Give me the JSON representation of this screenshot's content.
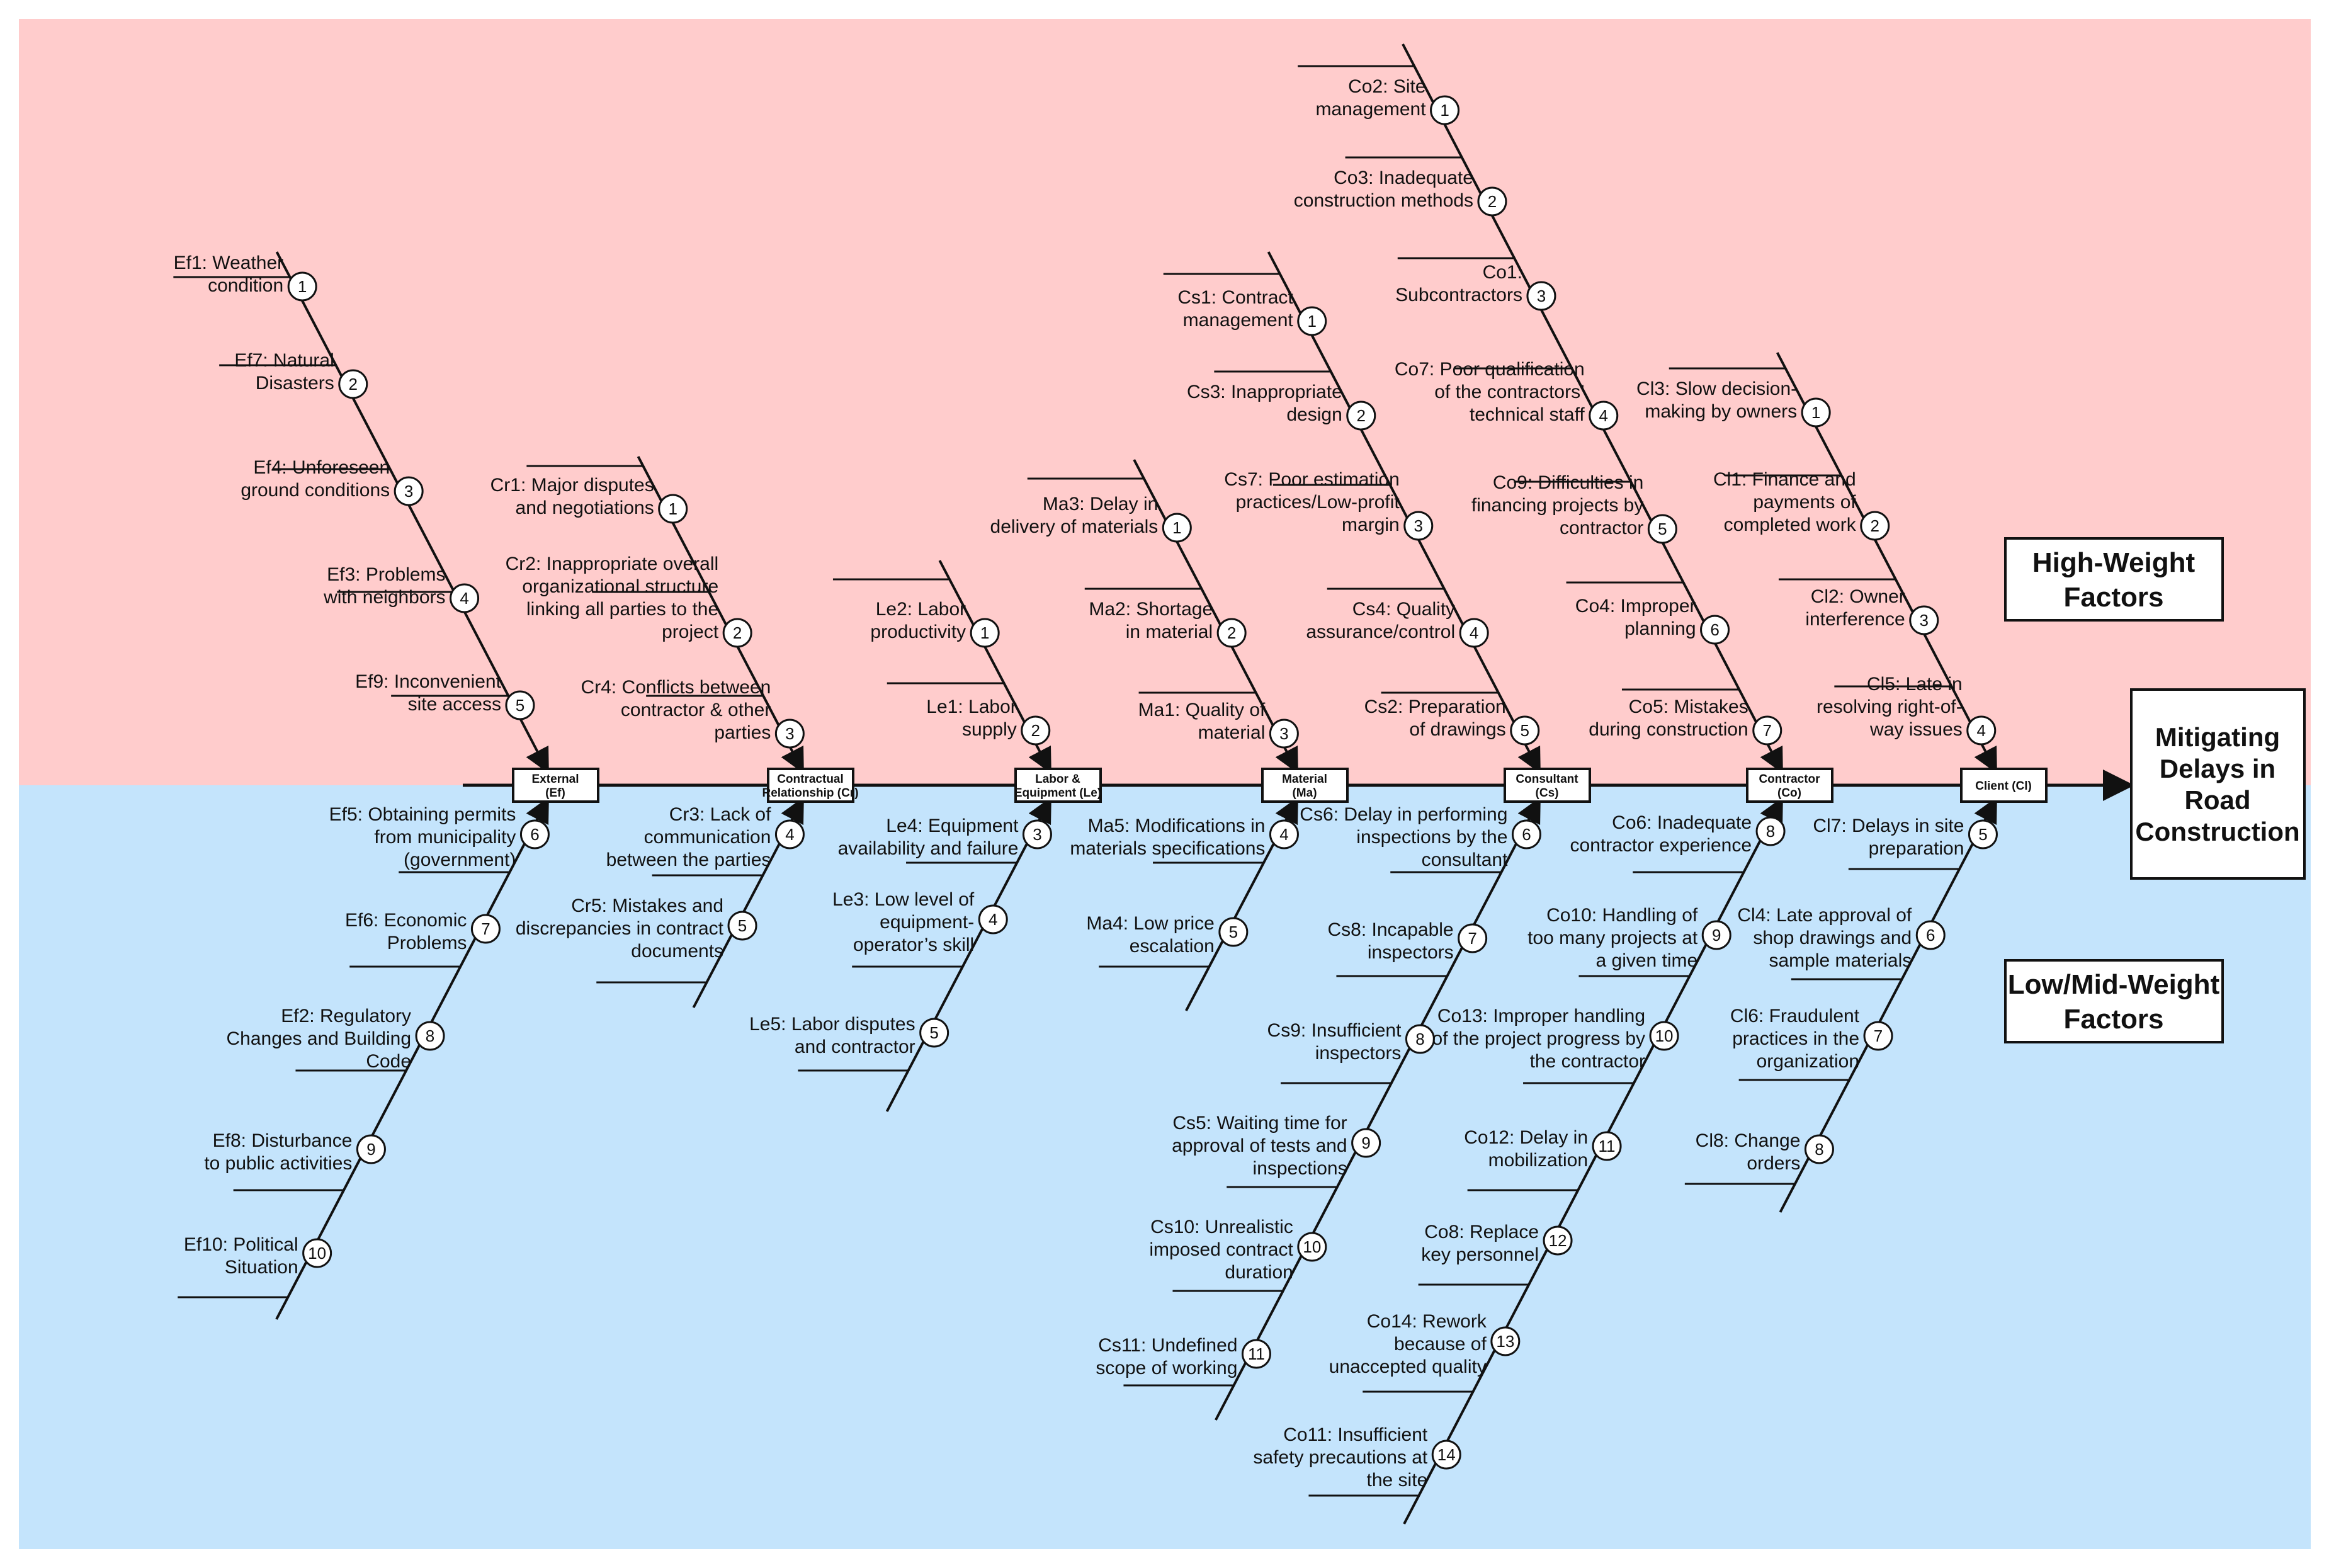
{
  "effect": [
    "Mitigating",
    "Delays in",
    "Road",
    "Construction"
  ],
  "legend": {
    "high": [
      "High-Weight",
      "Factors"
    ],
    "low": [
      "Low/Mid-Weight",
      "Factors"
    ]
  },
  "colors": {
    "high_zone": "#ffcccc",
    "low_zone": "#c4e4fc",
    "line": "#111111",
    "box_fill": "#ffffff"
  },
  "categories": [
    {
      "key": "ef",
      "label": [
        "External",
        "(Ef)"
      ],
      "high": [
        {
          "id": "Ef1",
          "n": "1",
          "lines": [
            "Ef1: Weather",
            "condition"
          ]
        },
        {
          "id": "Ef7",
          "n": "2",
          "lines": [
            "Ef7: Natural",
            "Disasters"
          ]
        },
        {
          "id": "Ef4",
          "n": "3",
          "lines": [
            "Ef4: Unforeseen",
            "ground conditions"
          ]
        },
        {
          "id": "Ef3",
          "n": "4",
          "lines": [
            "Ef3: Problems",
            "with neighbors"
          ]
        },
        {
          "id": "Ef9",
          "n": "5",
          "lines": [
            "Ef9: Inconvenient",
            "site access"
          ]
        }
      ],
      "low": [
        {
          "id": "Ef5",
          "n": "6",
          "lines": [
            "Ef5: Obtaining permits",
            "from municipality",
            "(government)"
          ]
        },
        {
          "id": "Ef6",
          "n": "7",
          "lines": [
            "Ef6: Economic",
            "Problems"
          ]
        },
        {
          "id": "Ef2",
          "n": "8",
          "lines": [
            "Ef2: Regulatory",
            "Changes and Building",
            "Code"
          ]
        },
        {
          "id": "Ef8",
          "n": "9",
          "lines": [
            "Ef8: Disturbance",
            "to public activities"
          ]
        },
        {
          "id": "Ef10",
          "n": "10",
          "lines": [
            "Ef10: Political",
            "Situation"
          ]
        }
      ]
    },
    {
      "key": "cr",
      "label": [
        "Contractual",
        "Relationship (Cr)"
      ],
      "high": [
        {
          "id": "Cr1",
          "n": "1",
          "lines": [
            "Cr1: Major disputes",
            "and negotiations"
          ]
        },
        {
          "id": "Cr2",
          "n": "2",
          "lines": [
            "Cr2: Inappropriate overall",
            "organizational structure",
            "linking all parties to the",
            "project"
          ]
        },
        {
          "id": "Cr4",
          "n": "3",
          "lines": [
            "Cr4: Conflicts between",
            "contractor & other",
            "parties"
          ]
        }
      ],
      "low": [
        {
          "id": "Cr3",
          "n": "4",
          "lines": [
            "Cr3: Lack of",
            "communication",
            "between the parties"
          ]
        },
        {
          "id": "Cr5",
          "n": "5",
          "lines": [
            "Cr5: Mistakes and",
            "discrepancies in contract",
            "documents"
          ]
        }
      ]
    },
    {
      "key": "le",
      "label": [
        "Labor &",
        "Equipment (Le)"
      ],
      "high": [
        {
          "id": "Le2",
          "n": "1",
          "lines": [
            "Le2: Labor",
            "productivity"
          ]
        },
        {
          "id": "Le1",
          "n": "2",
          "lines": [
            "Le1: Labor",
            "supply"
          ]
        }
      ],
      "low": [
        {
          "id": "Le4",
          "n": "3",
          "lines": [
            "Le4: Equipment",
            "availability and failure"
          ]
        },
        {
          "id": "Le3",
          "n": "4",
          "lines": [
            "Le3: Low level of",
            "equipment-",
            "operator’s skill"
          ]
        },
        {
          "id": "Le5",
          "n": "5",
          "lines": [
            "Le5: Labor disputes",
            "and contractor"
          ]
        }
      ]
    },
    {
      "key": "ma",
      "label": [
        "Material",
        "(Ma)"
      ],
      "high": [
        {
          "id": "Ma3",
          "n": "1",
          "lines": [
            "Ma3: Delay in",
            "delivery of materials"
          ]
        },
        {
          "id": "Ma2",
          "n": "2",
          "lines": [
            "Ma2: Shortage",
            "in material"
          ]
        },
        {
          "id": "Ma1",
          "n": "3",
          "lines": [
            "Ma1: Quality of",
            "material"
          ]
        }
      ],
      "low": [
        {
          "id": "Ma5",
          "n": "4",
          "lines": [
            "Ma5: Modifications in",
            "materials specifications"
          ]
        },
        {
          "id": "Ma4",
          "n": "5",
          "lines": [
            "Ma4: Low price",
            "escalation"
          ]
        }
      ]
    },
    {
      "key": "cs",
      "label": [
        "Consultant",
        "(Cs)"
      ],
      "high": [
        {
          "id": "Cs1",
          "n": "1",
          "lines": [
            "Cs1: Contract",
            "management"
          ]
        },
        {
          "id": "Cs3",
          "n": "2",
          "lines": [
            "Cs3: Inappropriate",
            "design"
          ]
        },
        {
          "id": "Cs7",
          "n": "3",
          "lines": [
            "Cs7: Poor estimation",
            "practices/Low-profit",
            "margin"
          ]
        },
        {
          "id": "Cs4",
          "n": "4",
          "lines": [
            "Cs4: Quality",
            "assurance/control"
          ]
        },
        {
          "id": "Cs2",
          "n": "5",
          "lines": [
            "Cs2: Preparation",
            "of drawings"
          ]
        }
      ],
      "low": [
        {
          "id": "Cs6",
          "n": "6",
          "lines": [
            "Cs6: Delay in performing",
            "inspections by the",
            "consultant"
          ]
        },
        {
          "id": "Cs8",
          "n": "7",
          "lines": [
            "Cs8: Incapable",
            "inspectors"
          ]
        },
        {
          "id": "Cs9",
          "n": "8",
          "lines": [
            "Cs9: Insufficient",
            "inspectors"
          ]
        },
        {
          "id": "Cs5",
          "n": "9",
          "lines": [
            "Cs5: Waiting time for",
            "approval of tests and",
            "inspections"
          ]
        },
        {
          "id": "Cs10",
          "n": "10",
          "lines": [
            "Cs10: Unrealistic",
            "imposed contract",
            "duration"
          ]
        },
        {
          "id": "Cs11",
          "n": "11",
          "lines": [
            "Cs11: Undefined",
            "scope of working"
          ]
        }
      ]
    },
    {
      "key": "co",
      "label": [
        "Contractor",
        "(Co)"
      ],
      "high": [
        {
          "id": "Co2",
          "n": "1",
          "lines": [
            "Co2: Site",
            "management"
          ]
        },
        {
          "id": "Co3",
          "n": "2",
          "lines": [
            "Co3: Inadequate",
            "construction methods"
          ]
        },
        {
          "id": "Co1",
          "n": "3",
          "lines": [
            "Co1:",
            "Subcontractors"
          ]
        },
        {
          "id": "Co7",
          "n": "4",
          "lines": [
            "Co7: Poor qualification",
            "of the contractors’",
            "technical staff"
          ]
        },
        {
          "id": "Co9",
          "n": "5",
          "lines": [
            "Co9: Difficulties in",
            "financing projects by",
            "contractor"
          ]
        },
        {
          "id": "Co4",
          "n": "6",
          "lines": [
            "Co4: Improper",
            "planning"
          ]
        },
        {
          "id": "Co5",
          "n": "7",
          "lines": [
            "Co5: Mistakes",
            "during construction"
          ]
        }
      ],
      "low": [
        {
          "id": "Co6",
          "n": "8",
          "lines": [
            "Co6: Inadequate",
            "contractor experience"
          ]
        },
        {
          "id": "Co10",
          "n": "9",
          "lines": [
            "Co10: Handling of",
            "too many projects at",
            "a given time"
          ]
        },
        {
          "id": "Co13",
          "n": "10",
          "lines": [
            "Co13: Improper handling",
            "of the project progress by",
            "the contractor"
          ]
        },
        {
          "id": "Co12",
          "n": "11",
          "lines": [
            "Co12: Delay in",
            "mobilization"
          ]
        },
        {
          "id": "Co8",
          "n": "12",
          "lines": [
            "Co8: Replace",
            "key personnel"
          ]
        },
        {
          "id": "Co14",
          "n": "13",
          "lines": [
            "Co14: Rework",
            "because of",
            "unaccepted quality"
          ]
        },
        {
          "id": "Co11",
          "n": "14",
          "lines": [
            "Co11: Insufficient",
            "safety precautions at",
            "the site"
          ]
        }
      ]
    },
    {
      "key": "cl",
      "label": [
        "Client (Cl)"
      ],
      "high": [
        {
          "id": "Cl3",
          "n": "1",
          "lines": [
            "Cl3: Slow decision-",
            "making by owners"
          ]
        },
        {
          "id": "Cl1",
          "n": "2",
          "lines": [
            "Cl1: Finance and",
            "payments of",
            "completed work"
          ]
        },
        {
          "id": "Cl2",
          "n": "3",
          "lines": [
            "Cl2: Owner",
            "interference"
          ]
        },
        {
          "id": "Cl5",
          "n": "4",
          "lines": [
            "Cl5: Late in",
            "resolving right-of-",
            "way issues"
          ]
        }
      ],
      "low": [
        {
          "id": "Cl7",
          "n": "5",
          "lines": [
            "Cl7: Delays in site",
            "preparation"
          ]
        },
        {
          "id": "Cl4",
          "n": "6",
          "lines": [
            "Cl4: Late approval of",
            "shop drawings and",
            "sample materials"
          ]
        },
        {
          "id": "Cl6",
          "n": "7",
          "lines": [
            "Cl6: Fraudulent",
            "practices in the",
            "organization"
          ]
        },
        {
          "id": "Cl8",
          "n": "8",
          "lines": [
            "Cl8: Change",
            "orders"
          ]
        }
      ]
    }
  ]
}
